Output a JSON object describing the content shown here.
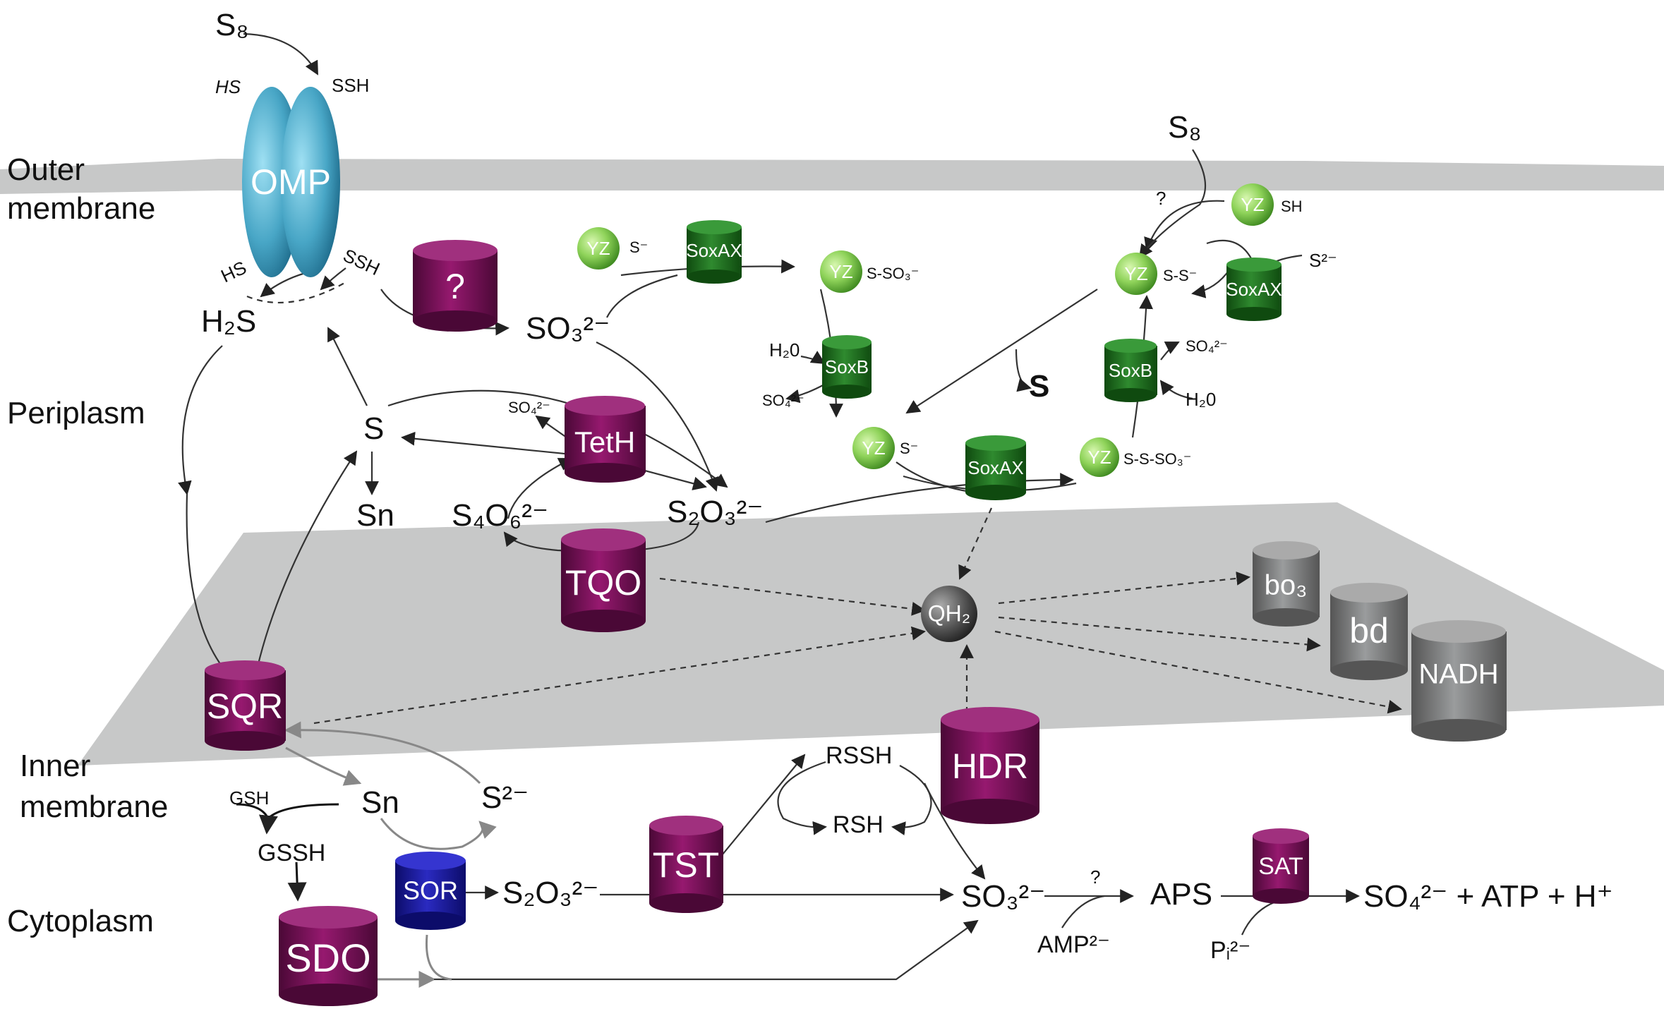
{
  "zones": {
    "outer_membrane": [
      "Outer",
      "membrane"
    ],
    "periplasm": "Periplasm",
    "inner_membrane": [
      "Inner",
      "membrane"
    ],
    "cytoplasm": "Cytoplasm"
  },
  "enzymes": {
    "omp": "OMP",
    "unknown": "?",
    "teth": "TetH",
    "tqo": "TQO",
    "sqr": "SQR",
    "hdr": "HDR",
    "tst": "TST",
    "sor": "SOR",
    "sdo": "SDO",
    "sat": "SAT",
    "bo3": "bo₃",
    "bd": "bd",
    "nadh": "NADH",
    "qh2": "QH₂",
    "soxax_1": "SoxAX",
    "soxax_2": "SoxAX",
    "soxax_3": "SoxAX",
    "soxb_1": "SoxB",
    "soxb_2": "SoxB",
    "yz_1": "YZ",
    "yz_2": "YZ",
    "yz_3": "YZ",
    "yz_4": "YZ",
    "yz_5": "YZ",
    "yz_6": "YZ"
  },
  "compounds": {
    "s8_top": "S₈",
    "s8_right": "S₈",
    "hs_top": "HS",
    "ssh_top": "SSH",
    "hs_bottom": "HS",
    "ssh_bottom": "SSH",
    "h2s": "H₂S",
    "so3_peri": "SO₃²⁻",
    "s_peri": "S",
    "sn_peri": "Sn",
    "so4_teth": "SO₄²⁻",
    "s4o6": "S₄O₆²⁻",
    "s2o3_peri": "S₂O₃²⁻",
    "yz1_tail": "S⁻",
    "yz2_tail": "S-SO₃⁻",
    "yz3_tail": "S⁻",
    "yz4_tail": "S-S-SO₃⁻",
    "yz5_tail": "S-S⁻",
    "yz6_tail": "SH",
    "h2o_left": "H₂0",
    "so4_left": "SO₄²⁻",
    "h2o_right": "H₂0",
    "so4_right": "SO₄²⁻",
    "s2_minus_right": "S²⁻",
    "q_mark_sox": "?",
    "s_bold": "S",
    "sn_cyto": "Sn",
    "s2_cyto": "S²⁻",
    "gsh": "GSH",
    "gssh": "GSSH",
    "s2o3_cyto": "S₂O₃²⁻",
    "rssh": "RSSH",
    "rsh": "RSH",
    "so3_cyto": "SO₃²⁻",
    "q_mark_aps": "?",
    "aps": "APS",
    "amp": "AMP²⁻",
    "pi": "Pᵢ²⁻",
    "products": "SO₄²⁻ + ATP + H⁺"
  },
  "colors": {
    "purple": "#7a0e5a",
    "green": "#1f6e1f",
    "light_green": "#8fd35a",
    "blue": "#1a1a9a",
    "grey": "#7d7f80",
    "cyan": "#48a6c6",
    "membrane": "#c7c8c8"
  }
}
